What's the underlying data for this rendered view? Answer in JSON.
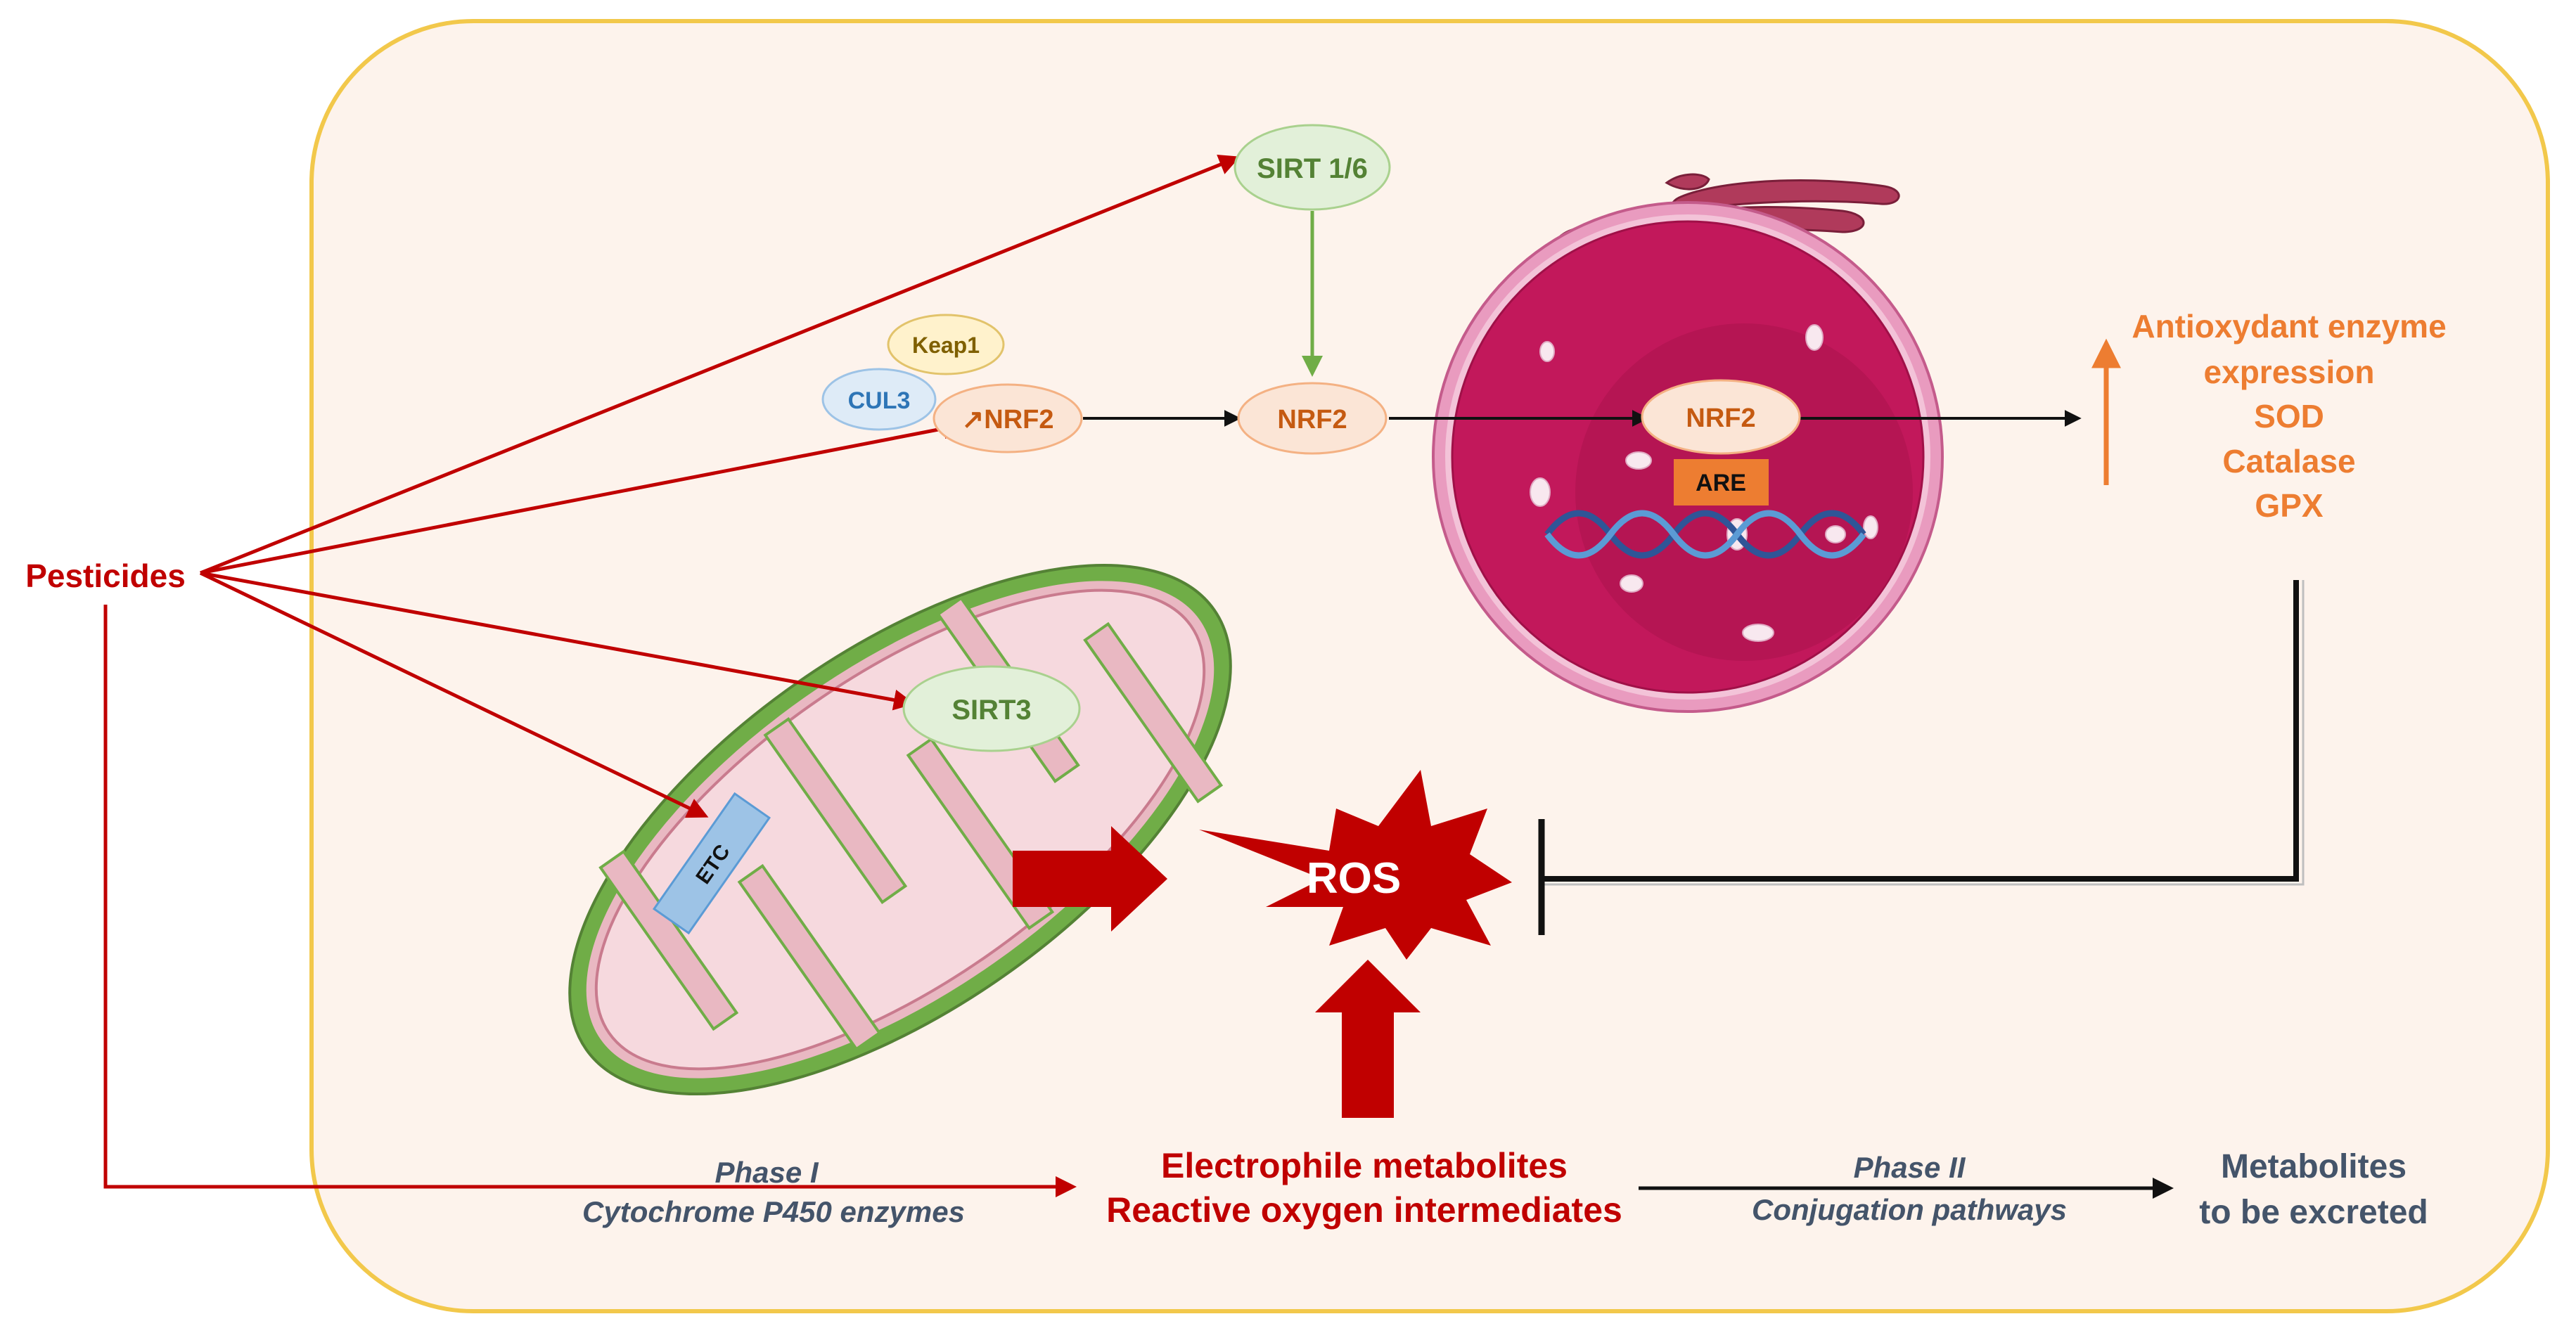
{
  "pesticides": "Pesticides",
  "sirt16": "SIRT 1/6",
  "keap1": "Keap1",
  "cul3": "CUL3",
  "nrf2_cyto": "↗NRF2",
  "nrf2_mid": "NRF2",
  "nrf2_nucleus": "NRF2",
  "are": "ARE",
  "sirt3": "SIRT3",
  "etc": "ETC",
  "ros": "ROS",
  "antioxidant": {
    "line1": "Antioxydant enzyme",
    "line2": "expression",
    "line3": "SOD",
    "line4": "Catalase",
    "line5": "GPX"
  },
  "phase1": {
    "title": "Phase I",
    "subtitle": "Cytochrome P450 enzymes"
  },
  "electrophile": {
    "line1": "Electrophile metabolites",
    "line2": "Reactive oxygen intermediates"
  },
  "phase2": {
    "title": "Phase II",
    "subtitle": "Conjugation pathways"
  },
  "metabolites": {
    "line1": "Metabolites",
    "line2": "to be excreted"
  },
  "colors": {
    "red": "#c00000",
    "orange": "#ed7d31",
    "green_text": "#548235",
    "blue_text": "#2e75b6",
    "cell_bg": "#fdf3ec",
    "cell_border": "#f2c84b",
    "slate": "#44546a"
  }
}
